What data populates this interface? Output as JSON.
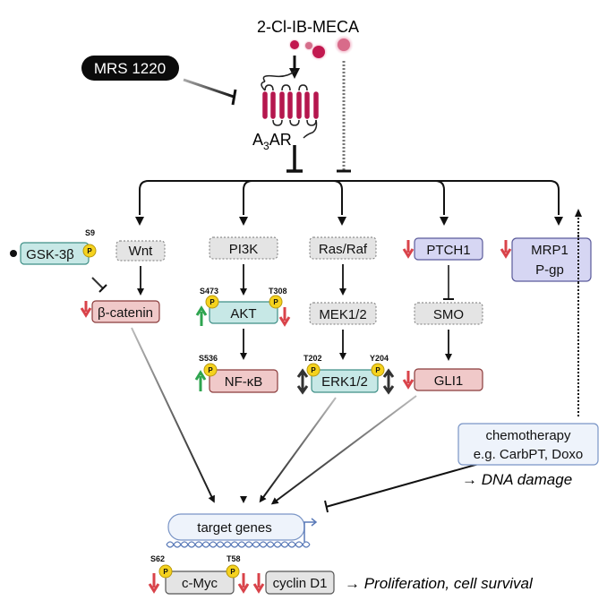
{
  "drug": {
    "agonist": "2-Cl-IB-MECA",
    "antagonist": "MRS 1220"
  },
  "receptor": {
    "name_prefix": "A",
    "name_sub": "3",
    "name_suffix": "AR"
  },
  "nodes": {
    "gsk3b": {
      "label": "GSK-3β",
      "site": "S9"
    },
    "wnt": {
      "label": "Wnt"
    },
    "bcatenin": {
      "label": "β-catenin"
    },
    "pi3k": {
      "label": "PI3K"
    },
    "akt": {
      "label": "AKT",
      "site_left": "S473",
      "site_right": "T308"
    },
    "nfkb": {
      "label": "NF-κB",
      "site": "S536"
    },
    "rasraf": {
      "label": "Ras/Raf"
    },
    "mek": {
      "label": "MEK1/2"
    },
    "erk": {
      "label": "ERK1/2",
      "site_left": "T202",
      "site_right": "Y204"
    },
    "ptch1": {
      "label": "PTCH1"
    },
    "smo": {
      "label": "SMO"
    },
    "gli1": {
      "label": "GLI1"
    },
    "mrp1": {
      "label_line1": "MRP1",
      "label_line2": "P-gp"
    },
    "target": {
      "label": "target genes"
    },
    "cmyc": {
      "label": "c-Myc",
      "site_left": "S62",
      "site_right": "T58"
    },
    "cyclin": {
      "label": "cyclin D1"
    }
  },
  "phospho_label": "P",
  "chemo": {
    "line1": "chemotherapy",
    "line2": "e.g. CarbPT, Doxo",
    "effect": "→ DNA damage"
  },
  "outcome": "→ Proliferation, cell survival",
  "colors": {
    "receptor": "#b5174e",
    "ligand": "#c2184f",
    "teal_fill": "#c7e8e6",
    "teal_stroke": "#3f8f86",
    "pink_fill": "#f0c9c9",
    "pink_stroke": "#8a3b3b",
    "gray_fill": "#e4e4e4",
    "purple_fill": "#d6d6f3",
    "purple_stroke": "#5a5a9a",
    "blue_fill": "#eef3fb",
    "blue_stroke": "#7a95c6",
    "phospho": "#f5d21e",
    "down_arrow": "#d9434a",
    "up_arrow": "#2ea44f"
  }
}
